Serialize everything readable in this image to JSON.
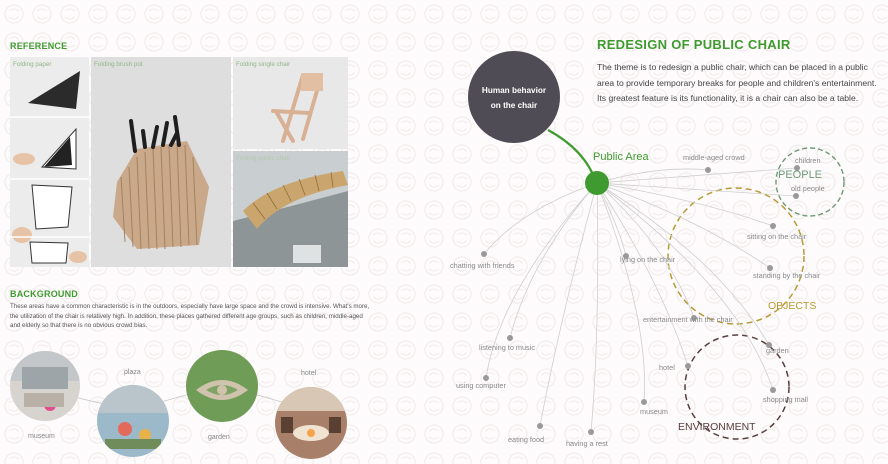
{
  "reference": {
    "title": "REFERENCE",
    "items": [
      "Folding paper",
      "Folding brush pot",
      "Folding single chair",
      "Folding public chair"
    ]
  },
  "background": {
    "title": "BACKGROUND",
    "text": "These areas have a common characteristic is in the outdoors,  especially have large space and the crowd is intensive. What's more, the utilization of the chair is relatively high. In addition, these places gathered different age groups, such as children, middle-aged and elderly so that there is no obvious crowd bias."
  },
  "places": [
    "museum",
    "plaza",
    "garden",
    "hotel"
  ],
  "redesign": {
    "title": "REDESIGN OF PUBLIC CHAIR",
    "description": "The theme is to redesign a public chair, which can be placed in a public area to provide temporary breaks for people and children's entertainment. Its greatest feature is its functionality, it is a chair can also be a table."
  },
  "diagram": {
    "big_circle_label": [
      "Human behavior",
      "on the chair"
    ],
    "hub_label": "Public Area",
    "nodes": [
      "middle-aged crowd",
      "children",
      "old people",
      "sitting on the chair",
      "standing by the chair",
      "lying on the chair",
      "chatting with friends",
      "entertainment with the chair",
      "listening to music",
      "garden",
      "hotel",
      "using computer",
      "shopping mall",
      "museum",
      "eating food",
      "having a rest"
    ],
    "categories": [
      "PEOPLE",
      "OBJECTS",
      "ENVIRONMENT"
    ],
    "colors": {
      "green": "#3f9b2f",
      "dark_circle": "#4f4c55",
      "people": "#6e9a78",
      "objects": "#b89a35",
      "environment": "#5a3e3e"
    }
  }
}
